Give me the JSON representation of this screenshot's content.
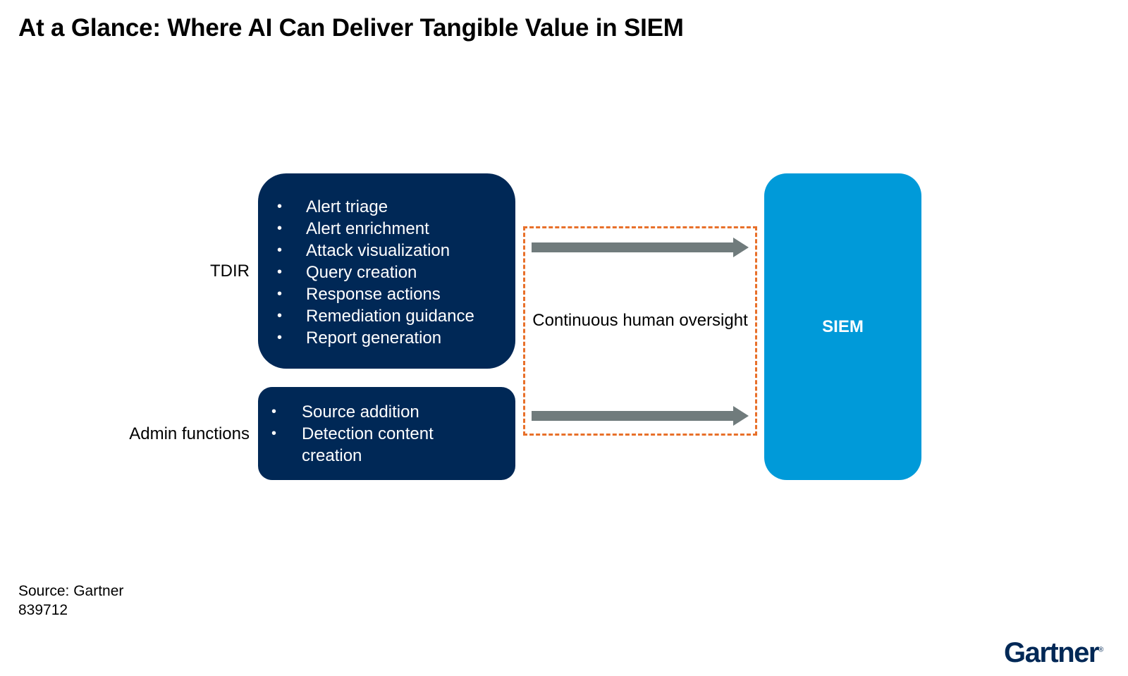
{
  "title": "At a Glance: Where AI Can Deliver Tangible Value in SIEM",
  "tdir": {
    "label": "TDIR",
    "items": [
      "Alert triage",
      "Alert enrichment",
      "Attack visualization",
      "Query creation",
      "Response actions",
      "Remediation guidance",
      "Report generation"
    ]
  },
  "admin": {
    "label": "Admin functions",
    "items": [
      "Source addition",
      "Detection content creation"
    ]
  },
  "oversight": {
    "label": "Continuous human oversight"
  },
  "target": {
    "label": "SIEM"
  },
  "footer": {
    "source": "Source: Gartner",
    "id": "839712"
  },
  "logo": {
    "text": "Gartner"
  },
  "colors": {
    "panel": "#002856",
    "siem": "#009ad9",
    "oversight_border": "#e8702a",
    "arrow": "#707b7c"
  }
}
